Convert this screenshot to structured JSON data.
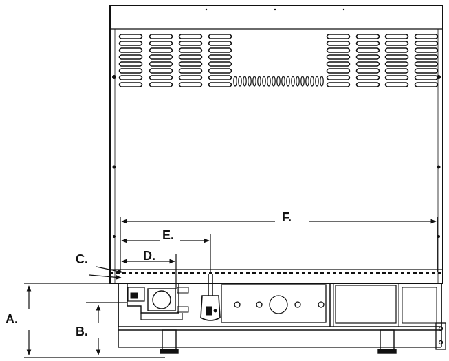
{
  "labels": {
    "a": "A.",
    "b": "B.",
    "c": "C.",
    "d": "D.",
    "e": "E.",
    "f": "F."
  },
  "colors": {
    "line": "#111111",
    "background": "#ffffff"
  }
}
